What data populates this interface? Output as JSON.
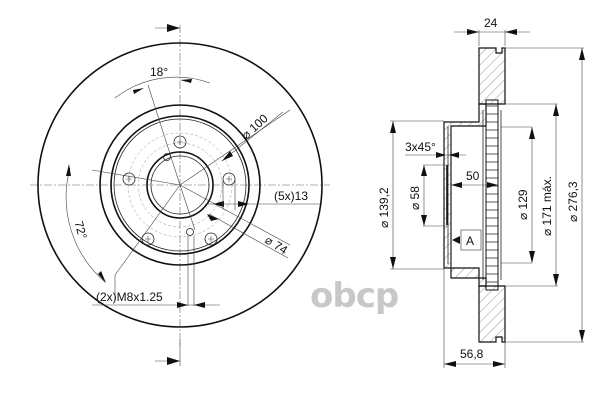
{
  "front_view": {
    "angle_top": "18°",
    "angle_left": "72°",
    "pcd": "⌀ 100",
    "bolt_holes": "(5x)13",
    "center_bore": "⌀ 74",
    "threaded_holes": "(2x)M8x1.25"
  },
  "section_view": {
    "thickness": "24",
    "chamfer": "3x45°",
    "hat_diameter": "⌀ 139,2",
    "bore_diameter": "⌀ 58",
    "hat_depth": "50",
    "datum": "A",
    "inner_diameter": "⌀ 129",
    "friction_diameter": "⌀ 171 máx.",
    "outer_diameter": "⌀ 276,3",
    "total_height": "56,8"
  },
  "watermark": "obcp"
}
